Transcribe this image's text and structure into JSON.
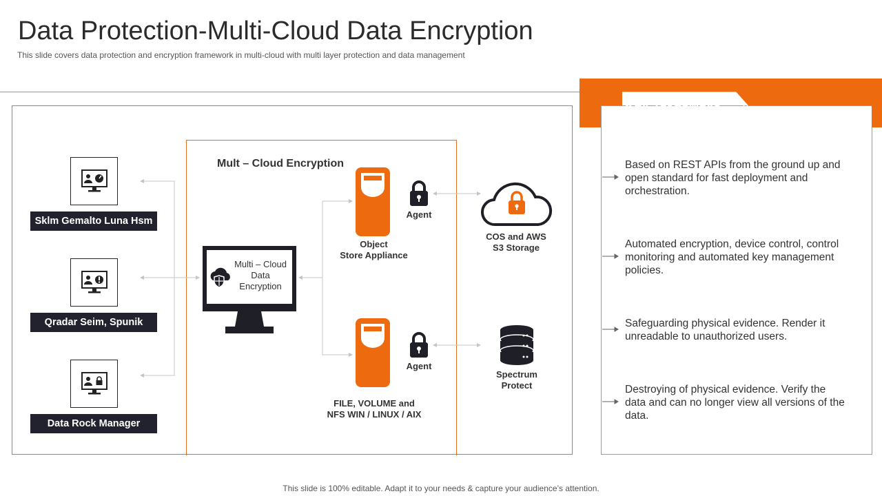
{
  "header": {
    "title": "Data Protection-Multi-Cloud Data Encryption",
    "subtitle": "This slide covers data protection and encryption framework in multi-cloud with multi layer protection and data management"
  },
  "diagram": {
    "left_items": [
      {
        "label": "Sklm Gemalto Luna Hsm",
        "icon": "monitor-user-gauge-icon"
      },
      {
        "label": "Qradar Seim, Spunik",
        "icon": "monitor-user-alert-icon"
      },
      {
        "label": "Data Rock Manager",
        "icon": "monitor-user-lock-icon"
      }
    ],
    "multi_cloud": {
      "title": "Mult – Cloud Encryption",
      "monitor_text": "Multi – Cloud Data Encryption"
    },
    "top_server": {
      "label_line1": "Object",
      "label_line2": "Store Appliance",
      "agent": "Agent"
    },
    "bottom_server": {
      "label_line1": "FILE, VOLUME and",
      "label_line2": "NFS WIN / LINUX / AIX",
      "agent": "Agent"
    },
    "cloud_storage": {
      "label_line1": "COS and AWS",
      "label_line2": "S3 Storage"
    },
    "database": {
      "label_line1": "Spectrum",
      "label_line2": "Protect"
    }
  },
  "takeaways": {
    "title": "Key Takeaways",
    "items": [
      "Based on REST APIs from the ground up and open standard for fast deployment and orchestration.",
      "Automated encryption, device control, control monitoring and automated key management policies.",
      "Safeguarding physical evidence. Render it unreadable to unauthorized users.",
      "Destroying of physical evidence. Verify the data and can no longer view all versions of the data."
    ]
  },
  "footer": "This slide is 100% editable. Adapt it to your needs & capture your audience’s attention.",
  "colors": {
    "accent": "#EE6A0F",
    "dark": "#22222E",
    "line": "#BBBBBB"
  }
}
